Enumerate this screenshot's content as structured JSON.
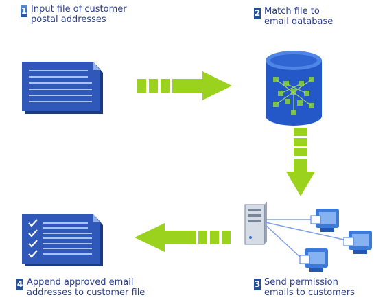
{
  "colors": {
    "text": "#2a3d8a",
    "doc_blue": "#2f58b8",
    "arrow_green": "#9ad21e",
    "db_blue": "#2457c8",
    "db_tile": "#79c14a"
  },
  "steps": [
    {
      "number": "1",
      "text": "Input file of customer\npostal addresses"
    },
    {
      "number": "2",
      "text": "Match file to\nemail database"
    },
    {
      "number": "3",
      "text": "Send permission\nemails to customers"
    },
    {
      "number": "4",
      "text": "Append approved email\naddresses to customer file"
    }
  ],
  "icons": {
    "input_file": "document-icon",
    "database": "database-icon",
    "server": "server-icon",
    "checklist": "checklist-document-icon",
    "email_recipient": "computer-icon"
  }
}
